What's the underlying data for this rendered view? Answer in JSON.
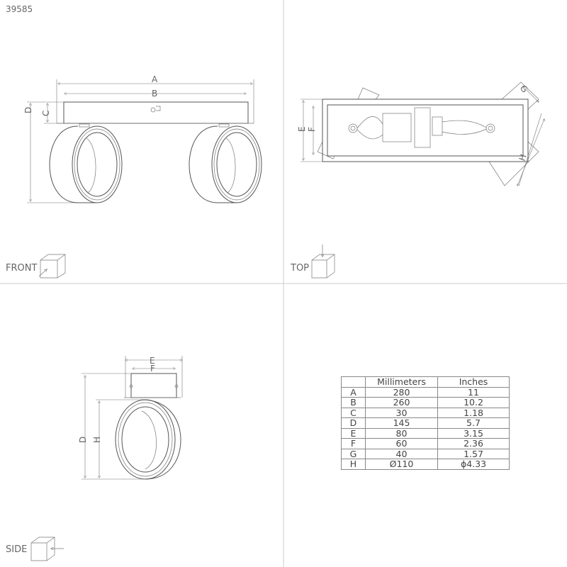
{
  "product_number": "39585",
  "views": {
    "front": "FRONT",
    "top": "TOP",
    "side": "SIDE"
  },
  "dimension_letters": {
    "A": "A",
    "B": "B",
    "C": "C",
    "D": "D",
    "E": "E",
    "F": "F",
    "G": "G",
    "H": "H"
  },
  "table": {
    "headers": [
      "",
      "Millimeters",
      "Inches"
    ],
    "rows": [
      [
        "A",
        "280",
        "11"
      ],
      [
        "B",
        "260",
        "10.2"
      ],
      [
        "C",
        "30",
        "1.18"
      ],
      [
        "D",
        "145",
        "5.7"
      ],
      [
        "E",
        "80",
        "3.15"
      ],
      [
        "F",
        "60",
        "2.36"
      ],
      [
        "G",
        "40",
        "1.57"
      ],
      [
        "H",
        "Ø110",
        "ϕ4.33"
      ]
    ]
  }
}
